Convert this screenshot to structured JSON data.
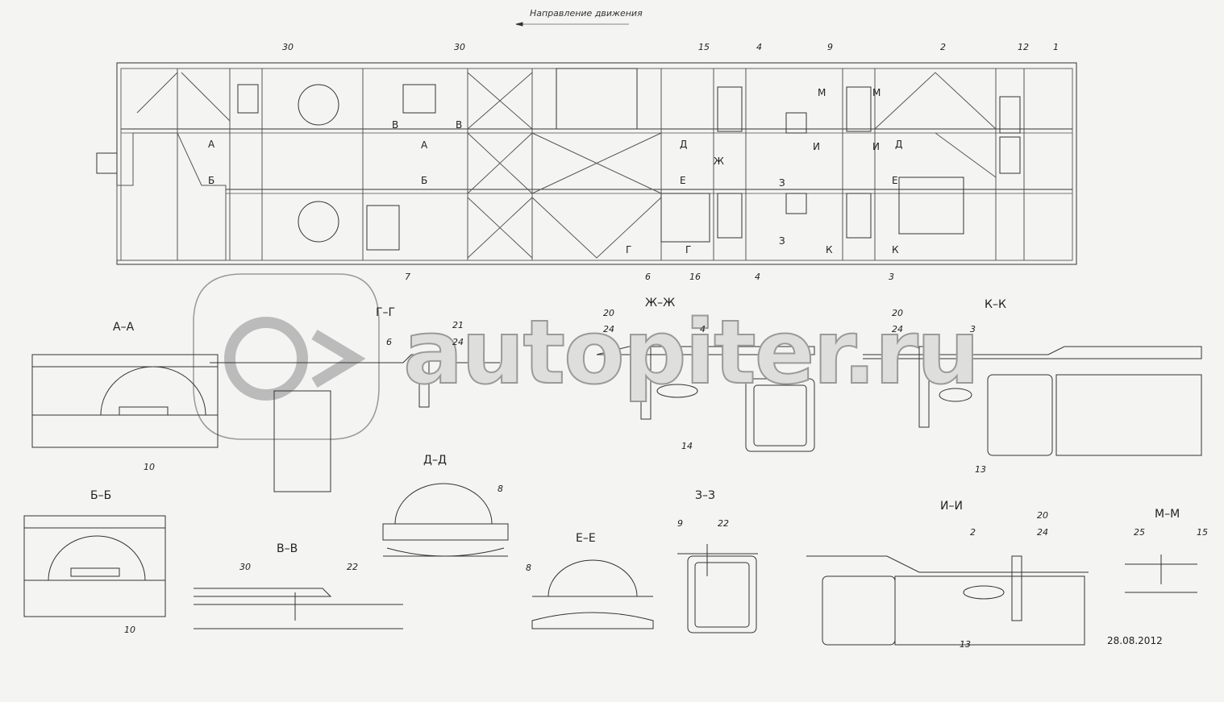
{
  "header": {
    "direction_label": "Направление движения"
  },
  "date": "28.08.2012",
  "watermark": {
    "text": "autopiter.ru",
    "logo": "a>"
  },
  "callouts_top": [
    "30",
    "30",
    "15",
    "4",
    "9",
    "2",
    "12",
    "1"
  ],
  "callouts_bottom": [
    "7",
    "6",
    "16",
    "4",
    "3"
  ],
  "section_marks": [
    "А",
    "Б",
    "В",
    "В",
    "А",
    "Б",
    "Д",
    "Е",
    "Ж",
    "Г",
    "Г",
    "З",
    "З",
    "И",
    "М",
    "М",
    "И",
    "Д",
    "Е",
    "К",
    "К"
  ],
  "sections": [
    {
      "title": "А–А",
      "callouts": [
        "10"
      ]
    },
    {
      "title": "Г–Г",
      "callouts": [
        "21",
        "24",
        "6"
      ]
    },
    {
      "title": "Ж–Ж",
      "callouts": [
        "20",
        "24",
        "4",
        "14"
      ]
    },
    {
      "title": "К–К",
      "callouts": [
        "20",
        "24",
        "3",
        "13"
      ]
    },
    {
      "title": "Б–Б",
      "callouts": [
        "10"
      ]
    },
    {
      "title": "Д–Д",
      "callouts": [
        "8"
      ]
    },
    {
      "title": "В–В",
      "callouts": [
        "30",
        "22"
      ]
    },
    {
      "title": "Е–Е",
      "callouts": [
        "8"
      ]
    },
    {
      "title": "З–З",
      "callouts": [
        "9",
        "22"
      ]
    },
    {
      "title": "И–И",
      "callouts": [
        "2",
        "20",
        "24",
        "13"
      ]
    },
    {
      "title": "М–М",
      "callouts": [
        "25",
        "15"
      ]
    }
  ]
}
